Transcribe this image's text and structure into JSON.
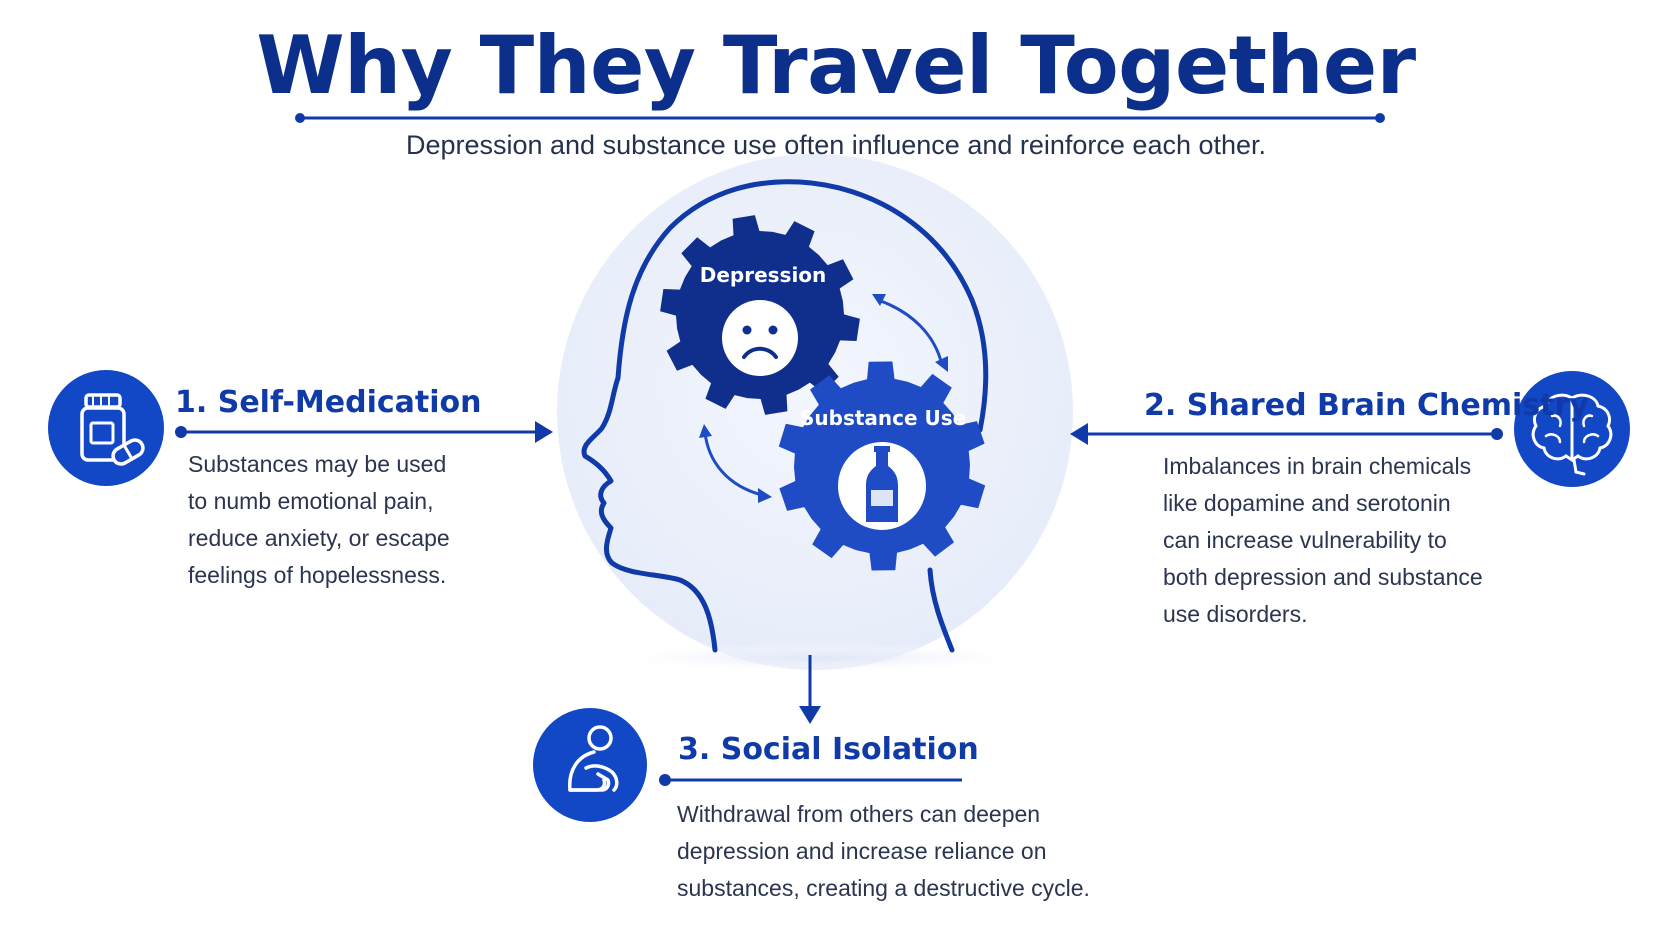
{
  "header": {
    "title": "Why They Travel Together",
    "subtitle": "Depression and substance use often influence and reinforce each other."
  },
  "gears": {
    "top_label": "Depression",
    "bottom_label": "Substance Use"
  },
  "factors": [
    {
      "heading": "1. Self-Medication",
      "lines": [
        "Substances may be used",
        "to numb emotional pain,",
        "reduce anxiety, or escape",
        "feelings of hopelessness."
      ],
      "icon": "pill-bottle-icon"
    },
    {
      "heading": "2. Shared Brain Chemistry",
      "lines": [
        "Imbalances in brain chemicals",
        "like dopamine and serotonin",
        "can increase vulnerability to",
        "both depression and substance",
        "use disorders."
      ],
      "icon": "brain-icon"
    },
    {
      "heading": "3. Social Isolation",
      "lines": [
        "Withdrawal from others can deepen",
        "depression and increase reliance on",
        "substances, creating a destructive cycle."
      ],
      "icon": "isolated-person-icon"
    }
  ],
  "colors": {
    "primary": "#0f3aa8",
    "dark_blue": "#0b2f8a",
    "gear_dark": "#102f8c",
    "gear_light": "#1f4cc4",
    "circle_bg": "#e9eefa"
  }
}
